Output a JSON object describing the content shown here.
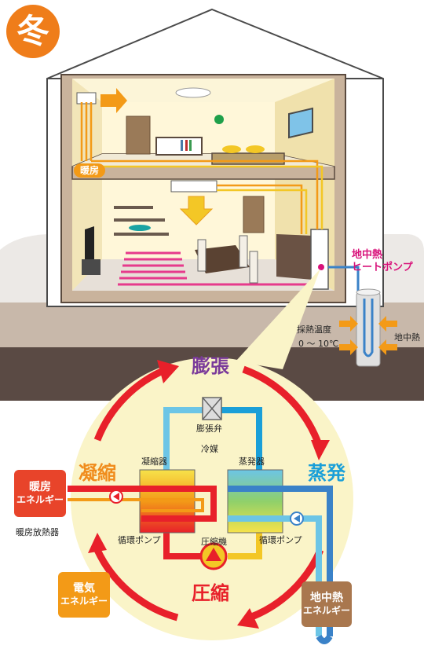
{
  "season": "冬",
  "house": {
    "heating_label": "暖房",
    "heat_pump_label_line1": "地中熱",
    "heat_pump_label_line2": "ヒートポンプ",
    "ground_temp_label": "採熱温度",
    "ground_temp_range": "0 ～ 10℃",
    "ground_heat_label": "地中熱"
  },
  "cycle": {
    "expansion": "膨張",
    "condensation": "凝縮",
    "evaporation": "蒸発",
    "compression": "圧縮",
    "expansion_valve": "膨張弁",
    "refrigerant": "冷媒",
    "condenser": "凝縮器",
    "evaporator": "蒸発器",
    "circulation_pump_left": "循環ポンプ",
    "circulation_pump_right": "循環ポンプ",
    "compressor": "圧縮機"
  },
  "energy": {
    "heating_energy_line1": "暖房",
    "heating_energy_line2": "エネルギー",
    "heating_radiator": "暖房放熱器",
    "electric_energy_line1": "電気",
    "electric_energy_line2": "エネルギー",
    "ground_energy_line1": "地中熱",
    "ground_energy_line2": "エネルギー"
  },
  "colors": {
    "season_badge": "#ef7d1a",
    "heating_box": "#e8442a",
    "electric_box": "#f39a17",
    "ground_box": "#a9774e",
    "cycle_arrow": "#e8202a",
    "expansion_text": "#7a3a9a",
    "condensation_text": "#f08c1c",
    "evaporation_text": "#1a9fd8",
    "compression_text": "#e8202a",
    "accent_label": "#d8127a"
  }
}
